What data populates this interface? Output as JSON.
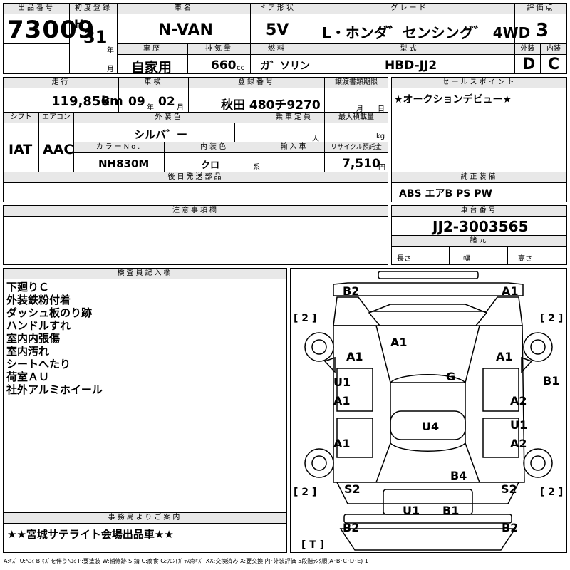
{
  "header": {
    "lot_no_label": "出品番号",
    "lot_no": "73009",
    "first_reg_label": "初度登録",
    "era": "H",
    "reg_year": "31",
    "year_unit": "年",
    "month_unit": "月",
    "car_name_label": "車名",
    "car_name": "N-VAN",
    "door_label": "ドア形状",
    "door": "5V",
    "grade_label": "グレード",
    "grade": "L・ホンダ゛センシング゛ 4WD",
    "score_label": "評価点",
    "score": "3",
    "history_label": "車歴",
    "history": "自家用",
    "disp_label": "排気量",
    "disp": "660",
    "disp_unit": "cc",
    "fuel_label": "燃料",
    "fuel": "ガ゛ソリン",
    "model_label": "型式",
    "model": "HBD-JJ2",
    "ext_label": "外装",
    "ext": "D",
    "int_label": "内装",
    "int": "C"
  },
  "row2": {
    "mileage_label": "走行",
    "mileage": "119,856",
    "mileage_unit": "km",
    "inspection_label": "車検",
    "insp_year": "09",
    "insp_year_unit": "年",
    "insp_month": "02",
    "insp_month_unit": "月",
    "plate_label": "登録番号",
    "plate": "秋田 480チ9270",
    "transfer_label": "譲渡書類期限",
    "transfer_month": "月",
    "transfer_day": "日",
    "sales_label": "セールスポイント",
    "sales": "★オークションデビュー★"
  },
  "row3": {
    "shift_label": "シフト",
    "shift": "IAT",
    "ac_label": "エアコン",
    "ac": "AAC",
    "ext_color_label": "外装色",
    "ext_color": "シルバ゛ー",
    "capacity_label": "乗車定員",
    "capacity_unit": "人",
    "max_load_label": "最大積載量",
    "max_load_unit": "kg",
    "color_no_label": "カラーNo.",
    "color_no": "NH830M",
    "int_color_label": "内装色",
    "int_color": "クロ",
    "int_color_unit": "系",
    "import_label": "輸入車",
    "recycle_label": "リサイクル預託金",
    "recycle": "7,510",
    "recycle_unit": "円",
    "later_label": "後日発送部品",
    "equip_label": "純正装備",
    "equip": "ABS エアB PS PW"
  },
  "notes": {
    "label": "注意事項欄"
  },
  "chassis": {
    "label": "車台番号",
    "value": "JJ2-3003565",
    "dims_label": "諸元",
    "length": "長さ",
    "width": "幅",
    "height": "高さ"
  },
  "inspector": {
    "label": "検査員記入欄",
    "lines": [
      "下廻りＣ",
      "外装鉄粉付着",
      "ダッシュ板のり跡",
      "ハンドルすれ",
      "室内内張傷",
      "室内汚れ",
      "シートへたり",
      "荷室ＡＵ",
      "社外アルミホイール"
    ]
  },
  "office": {
    "label": "事務局よりご案内",
    "text": "★★宮城サテライト会場出品車★★"
  },
  "diagram": {
    "tires": [
      "[ 2 ]",
      "[ 2 ]",
      "[ 2 ]",
      "[ 2 ]"
    ],
    "spare": "[ T ]",
    "marks": [
      "B2",
      "A1",
      "A1",
      "A1",
      "A1",
      "B1",
      "U1",
      "A1",
      "A2",
      "G",
      "U4",
      "U1",
      "A1",
      "A2",
      "B4",
      "S2",
      "S2",
      "U1",
      "B1",
      "B2",
      "B2"
    ]
  },
  "legend": "A:ｷｽﾞ U:ﾍｺﾐ B:ｷｽﾞを伴うﾍｺﾐ P:要塗装 W:補修跡 S:錆 C:腐食 G:ﾌﾛﾝﾄｶﾞﾗｽ点ｷｽﾞ XX:交換済み X:要交換 内･外装評価 5段階ﾗﾝｸ順(A･B･C･D･E) 1"
}
